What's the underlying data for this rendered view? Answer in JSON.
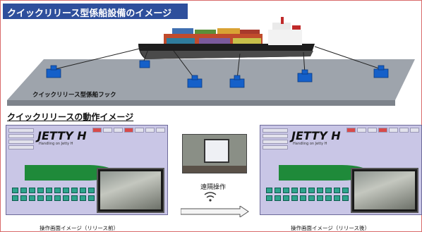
{
  "header": {
    "title": "クイックリリース型係船設備のイメージ"
  },
  "dock_diagram": {
    "hook_label": "クイックリリース型係船フック"
  },
  "operation": {
    "section_title": "クイックリリースの動作イメージ",
    "screen_title": "JETTY H",
    "screen_subtitle": "Handling on Jetty H",
    "remote_label": "遠隔操作",
    "caption_before": "操作画面イメージ（リリース前）",
    "caption_after": "操作画面イメージ（リリース後）"
  },
  "colors": {
    "title_bg": "#2e4f9c",
    "hook_blue": "#1560c9",
    "dock_grey": "#9ea4ac",
    "screen_bg": "#c9c6e6",
    "ship_green": "#1f8a3a"
  },
  "icons": {
    "mooring_hook": "mooring-hook-icon",
    "wireless": "wireless-signal-icon",
    "arrow": "right-arrow-icon"
  }
}
